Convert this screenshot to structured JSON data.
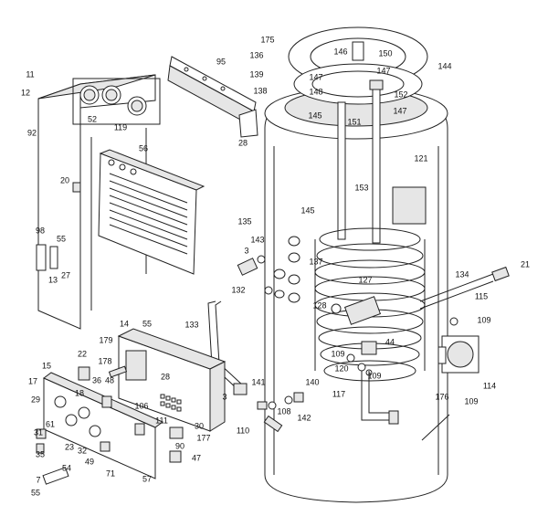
{
  "diagram": {
    "labels": [
      "175",
      "146",
      "150",
      "136",
      "144",
      "147",
      "139",
      "147",
      "138",
      "148",
      "152",
      "145",
      "147",
      "151",
      "121",
      "153",
      "135",
      "145",
      "143",
      "3",
      "137",
      "21",
      "134",
      "127",
      "132",
      "115",
      "128",
      "133",
      "109",
      "44",
      "109",
      "120",
      "109",
      "114",
      "141",
      "140",
      "117",
      "3",
      "108",
      "142",
      "176",
      "109",
      "110",
      "11",
      "12",
      "92",
      "52",
      "119",
      "56",
      "95",
      "28",
      "20",
      "98",
      "55",
      "13",
      "27",
      "14",
      "55",
      "179",
      "22",
      "178",
      "36",
      "48",
      "28",
      "15",
      "17",
      "18",
      "106",
      "29",
      "111",
      "30",
      "61",
      "31",
      "23",
      "177",
      "32",
      "35",
      "49",
      "71",
      "90",
      "47",
      "57",
      "54",
      "7",
      "55"
    ]
  }
}
